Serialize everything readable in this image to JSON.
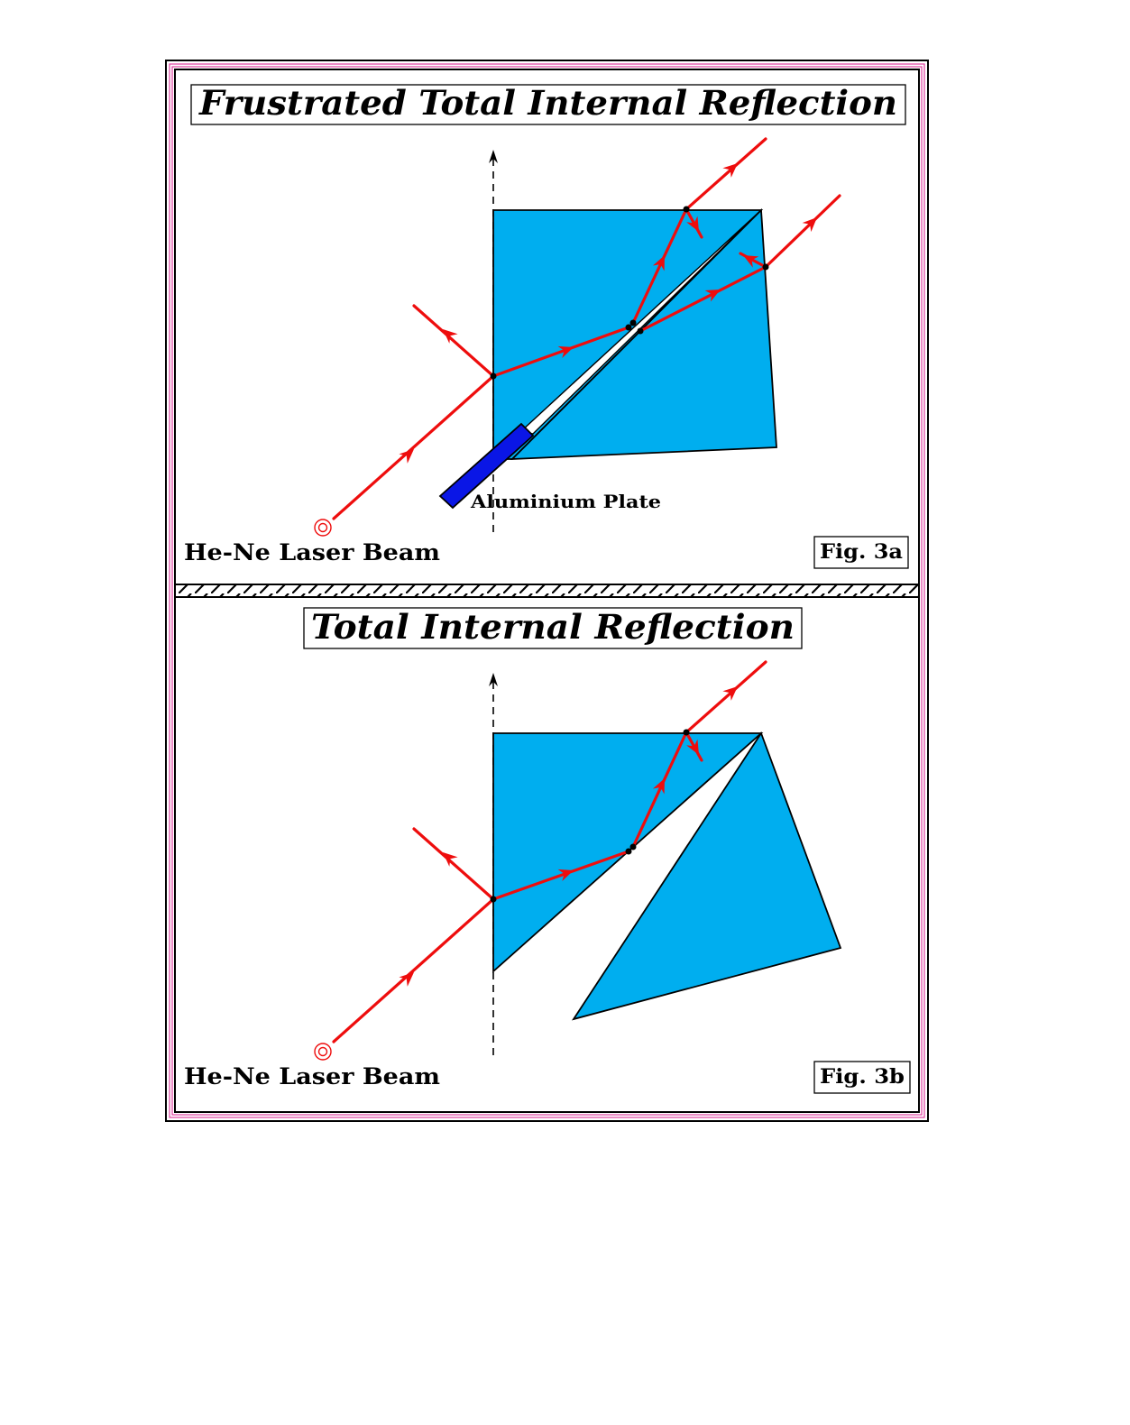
{
  "panel_a": {
    "title": "Frustrated Total Internal Reflection",
    "plate_label": "Aluminium Plate",
    "source_label": "He-Ne Laser Beam",
    "figure_label": "Fig. 3a"
  },
  "panel_b": {
    "title": "Total Internal Reflection",
    "source_label": "He-Ne Laser Beam",
    "figure_label": "Fig. 3b"
  },
  "colors": {
    "prism": "#00aeef",
    "plate": "#0a16e6",
    "beam": "#ee0d0d",
    "frame_pink": "#e040a0"
  }
}
